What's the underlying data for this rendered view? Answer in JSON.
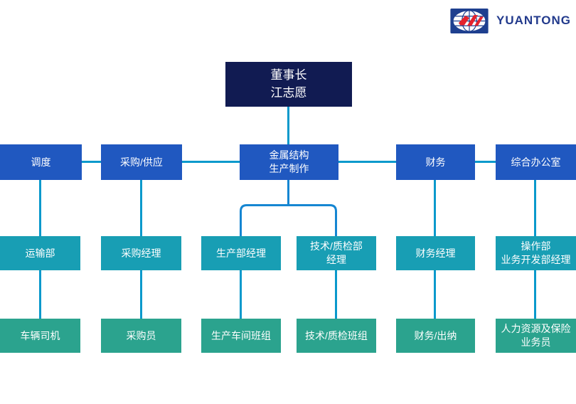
{
  "logo": {
    "brand": "YUANTONG",
    "icon": "globe-with-red-swoosh-icon",
    "colors": {
      "navy": "#1E3F8F",
      "red": "#E4222C",
      "brand_text": "#223A8C"
    }
  },
  "org": {
    "chairman": "董事长\n江志愿",
    "level2": {
      "dispatch": "调度",
      "purchasing": "采购/供应",
      "metal_production": "金属结构\n生产制作",
      "finance": "财务",
      "general_office": "综合办公室"
    },
    "level3": {
      "transport_dept": "运输部",
      "purchasing_manager": "采购经理",
      "production_manager": "生产部经理",
      "tech_qc_manager": "技术/质检部\n经理",
      "finance_manager": "财务经理",
      "operations_manager": "操作部\n业务开发部经理"
    },
    "level4": {
      "vehicle_drivers": "车辆司机",
      "purchaser": "采购员",
      "workshop_team": "生产车间班组",
      "tech_qc_team": "技术/质检班组",
      "finance_cashier": "财务/出纳",
      "hr_insurance": "人力资源及保险\n业务员"
    }
  },
  "colors": {
    "chairman_box": "#111B52",
    "level2_box": "#2058C0",
    "level3_box": "#189EB4",
    "level4_box": "#2BA38E",
    "connector": "#0999CC",
    "branch_connector": "#1586D2",
    "node_text": "#FFFFFF"
  }
}
